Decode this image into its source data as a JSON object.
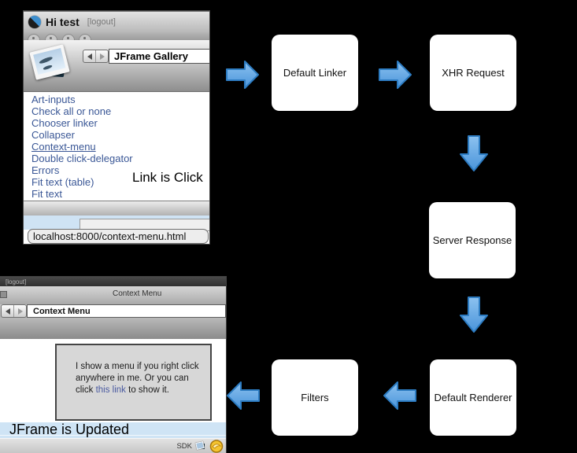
{
  "colors": {
    "arrow_fill_top": "#8cc2f0",
    "arrow_fill_bottom": "#4a94da",
    "arrow_border": "#2d7cc2",
    "link_blue": "#3a5796",
    "highlight_blue": "#cfe3f4",
    "box_background": "#ffffff",
    "canvas_background": "#000000"
  },
  "flow": {
    "boxes": [
      {
        "label": "Default Linker"
      },
      {
        "label": "XHR Request"
      },
      {
        "label": "Server Response"
      },
      {
        "label": "Default Renderer"
      },
      {
        "label": "Filters"
      }
    ]
  },
  "window1": {
    "title": "Hi test",
    "logout": "[logout]",
    "nav_field": "JFrame Gallery",
    "links": [
      "Art-inputs",
      "Check all or none",
      "Chooser linker",
      "Collapser",
      "Context-menu",
      "Double click-delegator",
      "Errors",
      "Fit text (table)",
      "Fit text"
    ],
    "caption": "Link is Click",
    "status": "localhost:8000/context-menu.html"
  },
  "window2": {
    "logout": "[logout]",
    "page_title": "Context Menu",
    "nav_field": "Context Menu",
    "box_line1": "I show a menu if you right click",
    "box_line2": "anywhere in me. Or you can click",
    "box_link": "this link",
    "box_line3_rest": " to show it.",
    "caption": "JFrame is Updated",
    "sdk_label": "SDK"
  }
}
